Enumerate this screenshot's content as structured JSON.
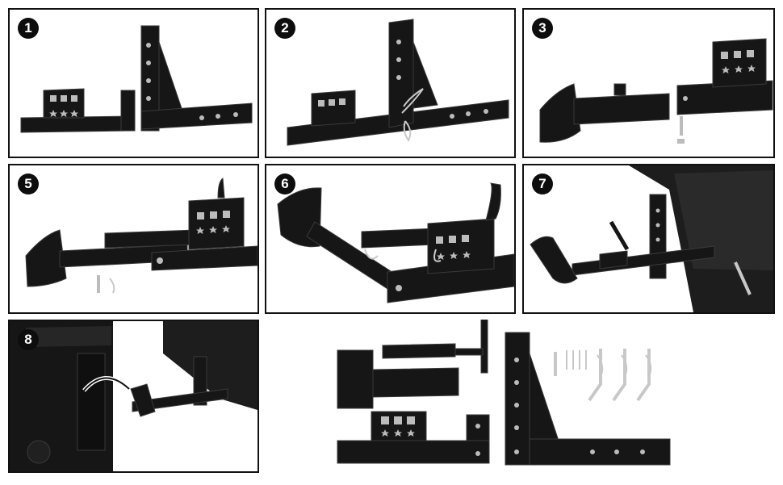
{
  "panels": [
    {
      "label": "1"
    },
    {
      "label": "2"
    },
    {
      "label": "3"
    },
    {
      "label": "5"
    },
    {
      "label": "6"
    },
    {
      "label": "7"
    },
    {
      "label": "8"
    }
  ],
  "colors": {
    "metal": "#161616",
    "metal_edge": "#3a3a3a",
    "hole": "#bcbcbc",
    "pin": "#c8c8c8",
    "badge": "#0d0d0d",
    "panel_border": "#111111"
  },
  "icons": [
    "star-icon",
    "hole-icon",
    "pin-icon",
    "arrow-icon"
  ]
}
